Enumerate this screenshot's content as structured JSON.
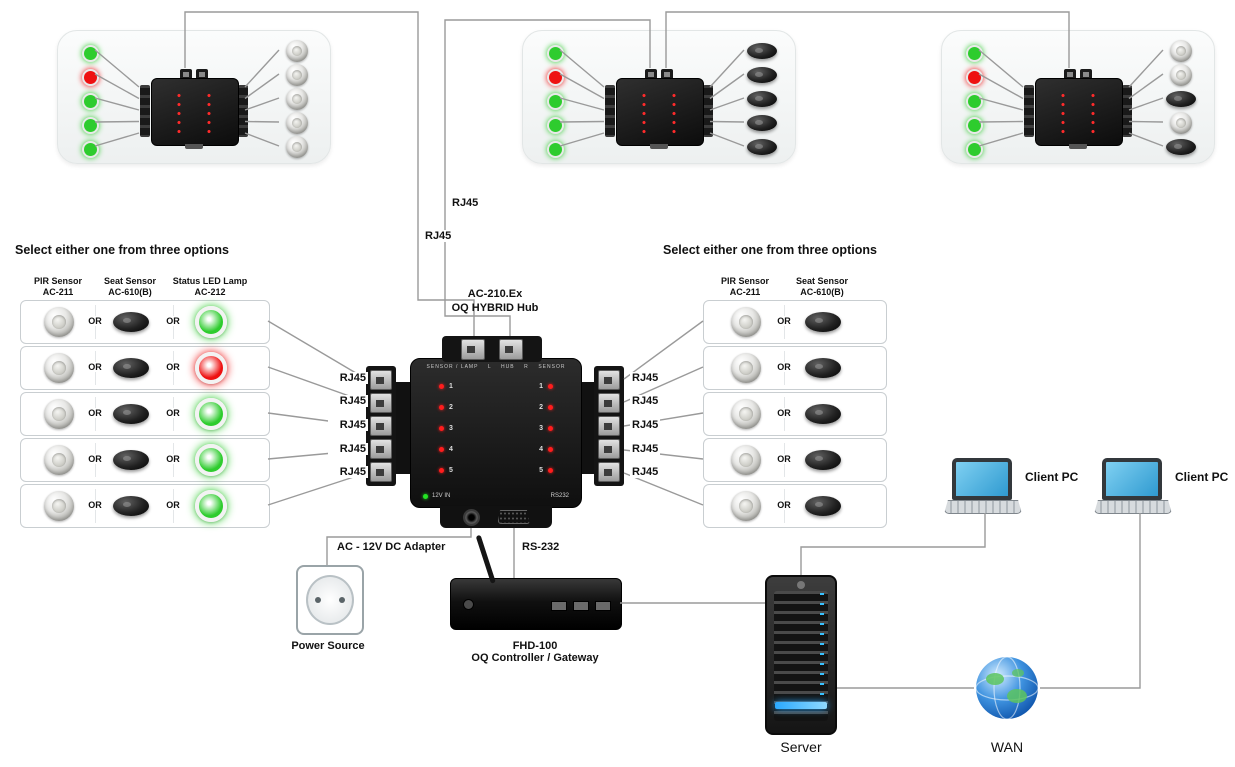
{
  "top_rooms": {
    "panels": [
      {
        "name": "room-unit-1",
        "leds": [
          "#2ecc2e",
          "#ee1111",
          "#2ecc2e",
          "#2ecc2e",
          "#2ecc2e"
        ],
        "sensors": [
          "dome",
          "dome",
          "dome",
          "dome",
          "dome"
        ]
      },
      {
        "name": "room-unit-2",
        "leds": [
          "#2ecc2e",
          "#ee1111",
          "#2ecc2e",
          "#2ecc2e",
          "#2ecc2e"
        ],
        "sensors": [
          "seat",
          "seat",
          "seat",
          "seat",
          "seat"
        ]
      },
      {
        "name": "room-unit-3",
        "leds": [
          "#2ecc2e",
          "#ee1111",
          "#2ecc2e",
          "#2ecc2e",
          "#2ecc2e"
        ],
        "sensors": [
          "dome",
          "dome",
          "seat",
          "dome",
          "seat"
        ]
      }
    ]
  },
  "hub": {
    "title_line1": "AC-210.Ex",
    "title_line2": "OQ HYBRID Hub",
    "port_row_text": "SENSOR / LAMP    L    HUB    R    SENSOR",
    "channels": [
      "1",
      "2",
      "3",
      "4",
      "5"
    ],
    "power_led_label": "12V IN",
    "serial_label": "RS232"
  },
  "left_options": {
    "title": "Select either one from three options",
    "or_label": "OR",
    "columns": [
      {
        "line1": "PIR Sensor",
        "line2": "AC-211"
      },
      {
        "line1": "Seat Sensor",
        "line2": "AC-610(B)"
      },
      {
        "line1": "Status LED Lamp",
        "line2": "AC-212"
      }
    ],
    "rows": [
      {
        "led": "#2ecc2e"
      },
      {
        "led": "#ee1111"
      },
      {
        "led": "#2ecc2e"
      },
      {
        "led": "#2ecc2e"
      },
      {
        "led": "#2ecc2e"
      }
    ]
  },
  "right_options": {
    "title": "Select either one from three options",
    "or_label": "OR",
    "columns": [
      {
        "line1": "PIR Sensor",
        "line2": "AC-211"
      },
      {
        "line1": "Seat Sensor",
        "line2": "AC-610(B)"
      }
    ]
  },
  "connections": {
    "rj45_label": "RJ45",
    "adapter_label": "AC - 12V DC Adapter",
    "rs232_label": "RS-232"
  },
  "devices": {
    "power_source_label": "Power Source",
    "controller_line1": "FHD-100",
    "controller_line2": "OQ Controller / Gateway",
    "server_label": "Server",
    "wan_label": "WAN",
    "client_pc_label": "Client PC"
  }
}
